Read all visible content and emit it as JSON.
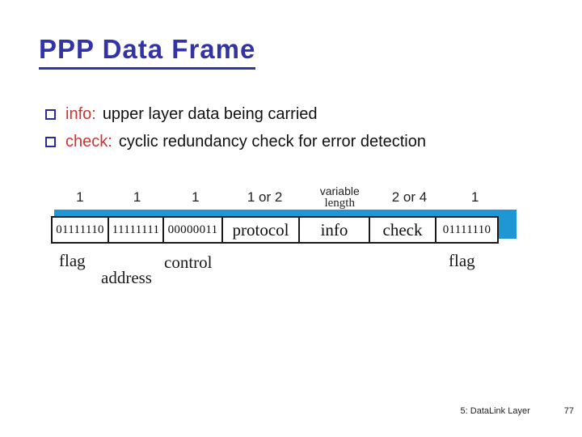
{
  "slide": {
    "title": "PPP Data Frame",
    "bullets": [
      {
        "term": "info:",
        "text": "upper layer data being carried"
      },
      {
        "term": "check:",
        "text": "cyclic redundancy check for error detection"
      }
    ],
    "footer": {
      "label": "5: DataLink Layer",
      "page": "77"
    }
  },
  "diagram": {
    "fields": [
      {
        "content": "01111110",
        "size": "1",
        "label": "flag"
      },
      {
        "content": "11111111",
        "size": "1",
        "label": "address"
      },
      {
        "content": "00000011",
        "size": "1",
        "label": "control"
      },
      {
        "content": "protocol",
        "size": "1 or 2",
        "label": ""
      },
      {
        "content": "info",
        "size": {
          "line1": "variable",
          "line2": "length"
        },
        "label": ""
      },
      {
        "content": "check",
        "size": "2 or 4",
        "label": ""
      },
      {
        "content": "01111110",
        "size": "1",
        "label": "flag"
      }
    ],
    "colors": {
      "bar_blue": "#1E97D4",
      "title_blue": "#3333A8",
      "accent_red": "#CC3333",
      "bullet_navy": "#2B2B99"
    }
  }
}
